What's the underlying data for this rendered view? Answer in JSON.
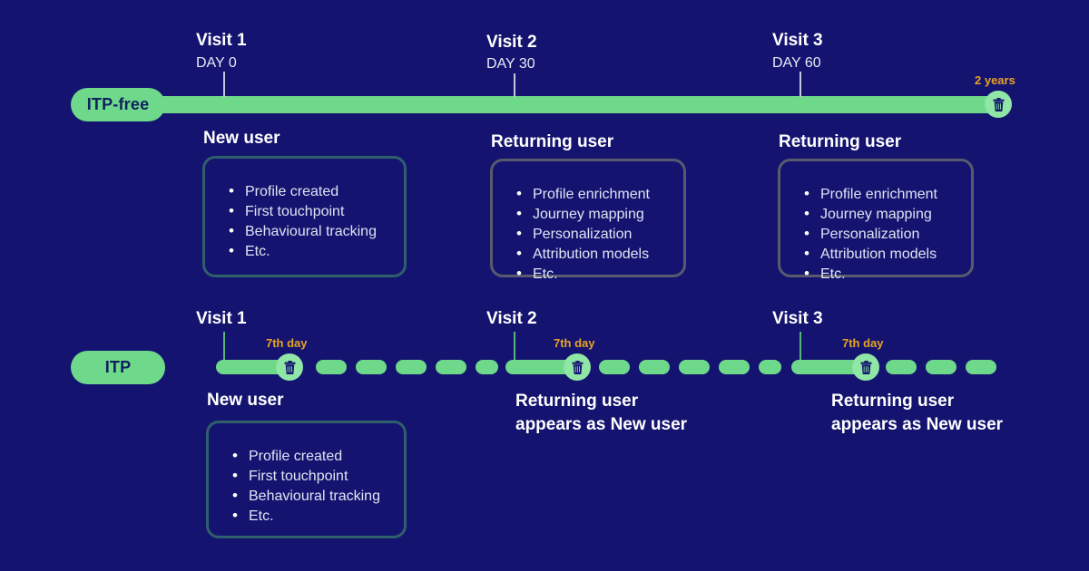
{
  "colors": {
    "background": "#141470",
    "green": "#6ed98a",
    "green_light": "#8fe6a5",
    "gold": "#e7a326",
    "tick_gray": "#c2c7dd",
    "tick_green": "#53b877",
    "border_teal": "#2f5f6b",
    "border_gray": "#585a6e",
    "text_white": "#ffffff",
    "text_muted": "#dfe3f2",
    "pill_text": "#10205e"
  },
  "rows": {
    "itp_free": {
      "pill_label": "ITP-free",
      "end_label": "2 years",
      "milestones": [
        {
          "visit": "Visit 1",
          "day": "DAY 0"
        },
        {
          "visit": "Visit 2",
          "day": "DAY 30"
        },
        {
          "visit": "Visit 3",
          "day": "DAY 60"
        }
      ],
      "cards": [
        {
          "heading": "New user",
          "border": "teal",
          "items": [
            "Profile created",
            "First touchpoint",
            "Behavioural tracking",
            "Etc."
          ]
        },
        {
          "heading": "Returning user",
          "border": "gray",
          "items": [
            "Profile enrichment",
            "Journey mapping",
            "Personalization",
            "Attribution models",
            "Etc."
          ]
        },
        {
          "heading": "Returning user",
          "border": "gray",
          "items": [
            "Profile enrichment",
            "Journey mapping",
            "Personalization",
            "Attribution models",
            "Etc."
          ]
        }
      ]
    },
    "itp": {
      "pill_label": "ITP",
      "expiry_label": "7th day",
      "milestones": [
        {
          "visit": "Visit 1"
        },
        {
          "visit": "Visit 2"
        },
        {
          "visit": "Visit 3"
        }
      ],
      "captions": [
        {
          "line1": "New user",
          "line2": ""
        },
        {
          "line1": "Returning user",
          "line2": "appears as New user"
        },
        {
          "line1": "Returning user",
          "line2": "appears as New user"
        }
      ],
      "card": {
        "heading": "New user",
        "border": "teal",
        "items": [
          "Profile created",
          "First touchpoint",
          "Behavioural tracking",
          "Etc."
        ]
      }
    }
  },
  "icons": {
    "marker": "trash-icon"
  }
}
